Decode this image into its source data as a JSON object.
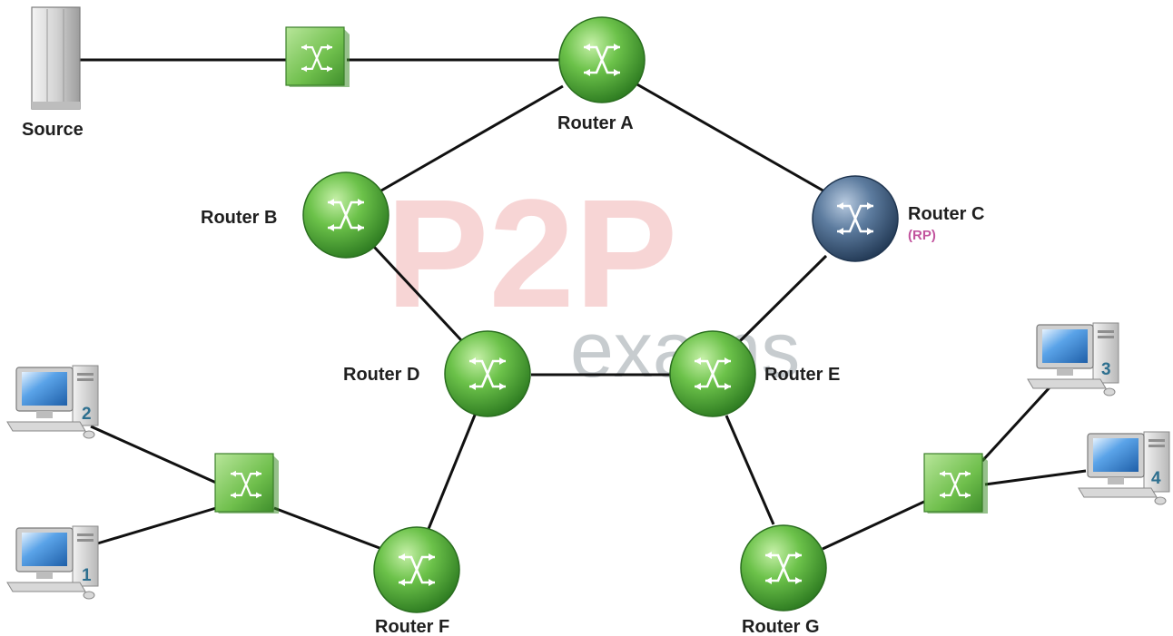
{
  "diagram": {
    "source_label": "Source",
    "routers": {
      "a": "Router A",
      "b": "Router B",
      "c": "Router C",
      "c_tag": "(RP)",
      "d": "Router D",
      "e": "Router E",
      "f": "Router F",
      "g": "Router G"
    },
    "hosts": [
      "1",
      "2",
      "3",
      "4"
    ],
    "watermark": {
      "brand": "P2P",
      "sub": "exams"
    },
    "colors": {
      "router_green": "#56b13a",
      "router_rp_blue": "#3e5a7a",
      "switch_green": "#6dbf4d",
      "link": "#111111",
      "rp_tag": "#c2549e",
      "watermark_red": "#e36a6a",
      "watermark_gray": "#7f9aa6"
    }
  }
}
